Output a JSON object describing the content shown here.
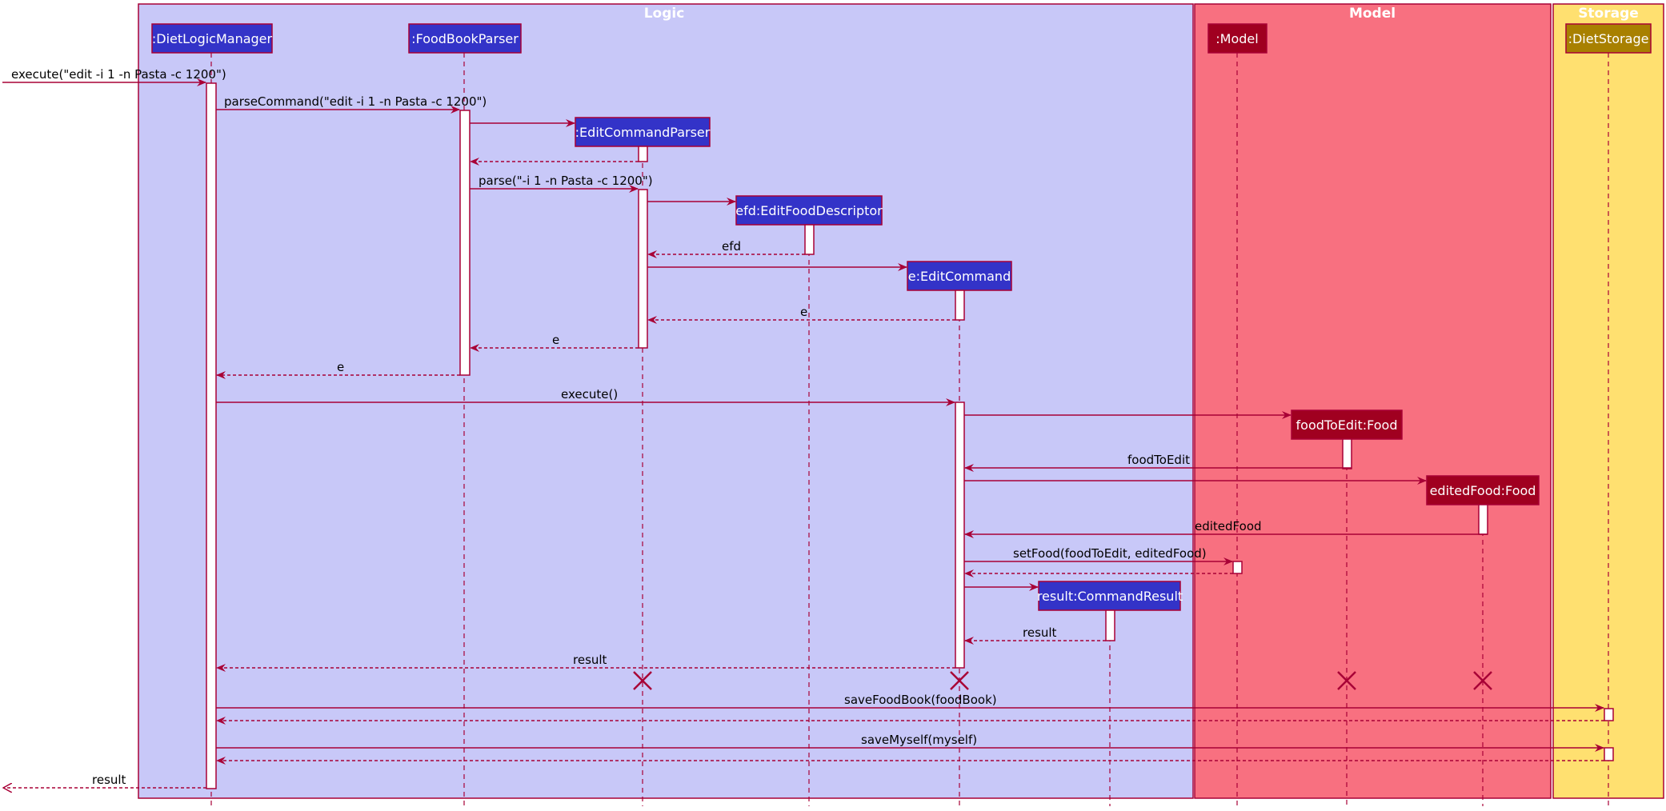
{
  "groups": {
    "logic": "Logic",
    "model": "Model",
    "storage": "Storage"
  },
  "participants": {
    "diet_logic_manager": ":DietLogicManager",
    "food_book_parser": ":FoodBookParser",
    "edit_command_parser": ":EditCommandParser",
    "edit_food_descriptor": "efd:EditFoodDescriptor",
    "edit_command": "e:EditCommand",
    "model": ":Model",
    "food_to_edit": "foodToEdit:Food",
    "edited_food": "editedFood:Food",
    "command_result": "result:CommandResult",
    "diet_storage": ":DietStorage"
  },
  "messages": {
    "execute_call": "execute(\"edit -i 1 -n Pasta -c 1200\")",
    "parse_command": "parseCommand(\"edit -i 1 -n Pasta -c 1200\")",
    "parse": "parse(\"-i 1 -n Pasta -c 1200\")",
    "return_efd": "efd",
    "return_e1": "e",
    "return_e2": "e",
    "return_e3": "e",
    "execute_cmd": "execute()",
    "return_food_to_edit": "foodToEdit",
    "return_edited_food": "editedFood",
    "set_food": "setFood(foodToEdit, editedFood)",
    "return_result1": "result",
    "return_result2": "result",
    "save_food_book": "saveFoodBook(foodBook)",
    "save_myself": "saveMyself(myself)",
    "return_result_final": "result"
  },
  "colors": {
    "logic_bg": "#C8C8F8",
    "model_bg": "#F87080",
    "storage_bg": "#FFE070",
    "logic_box": "#3333C8",
    "model_box": "#A00020",
    "storage_box": "#A88000",
    "line": "#A80036"
  }
}
